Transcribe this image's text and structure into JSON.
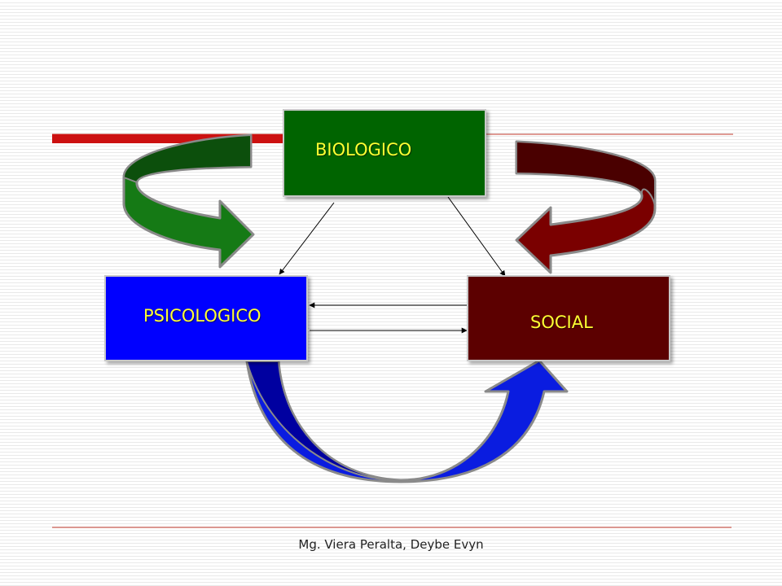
{
  "diagram": {
    "nodes": [
      {
        "id": "biologico",
        "label": "BIOLOGICO",
        "fill": "#006400",
        "text_color": "#ffff33"
      },
      {
        "id": "psicologico",
        "label": "PSICOLOGICO",
        "fill": "#0000ff",
        "text_color": "#ffff33"
      },
      {
        "id": "social",
        "label": "SOCIAL",
        "fill": "#5c0000",
        "text_color": "#ffff33"
      }
    ],
    "edges": [
      {
        "from": "biologico",
        "to": "psicologico"
      },
      {
        "from": "biologico",
        "to": "social"
      },
      {
        "from": "social",
        "to": "psicologico"
      },
      {
        "from": "psicologico",
        "to": "social"
      }
    ],
    "curved_arrows": [
      {
        "color": "green",
        "fill": "#157a15"
      },
      {
        "color": "dark-red",
        "fill": "#7a0000"
      },
      {
        "color": "blue",
        "fill": "#0a1ce0"
      }
    ],
    "decor": {
      "red_bar_color": "#cc1111",
      "rule_color": "#c0392b"
    }
  },
  "footer": {
    "author": "Mg. Viera Peralta, Deybe Evyn"
  }
}
